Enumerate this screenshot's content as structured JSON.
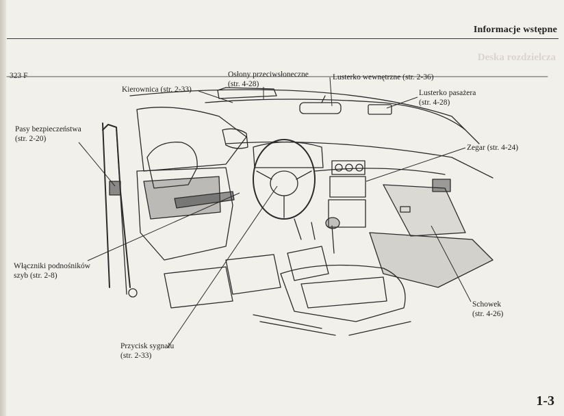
{
  "header": {
    "title": "Informacje wstępne",
    "ghost_text": "Deska rozdzielcza"
  },
  "model": "323 F",
  "page_number": "1-3",
  "callouts": {
    "oslony": {
      "line1": "Osłony przeciwsłoneczne",
      "line2": "(str. 4-28)"
    },
    "kierownica": {
      "line1": "Kierownica (str. 2-33)"
    },
    "lusterko_wew": {
      "line1": "Lusterko wewnętrzne (str. 2-36)"
    },
    "lusterko_pas": {
      "line1": "Lusterko pasażera",
      "line2": "(str. 4-28)"
    },
    "pasy": {
      "line1": "Pasy bezpieczeństwa",
      "line2": "(str. 2-20)"
    },
    "zegar": {
      "line1": "Zegar (str. 4-24)"
    },
    "wlaczniki": {
      "line1": "Włączniki podnośników",
      "line2": "szyb (str. 2-8)"
    },
    "schowek": {
      "line1": "Schowek",
      "line2": "(str. 4-26)"
    },
    "przycisk": {
      "line1": "Przycisk sygnału",
      "line2": "(str. 2-33)"
    }
  }
}
